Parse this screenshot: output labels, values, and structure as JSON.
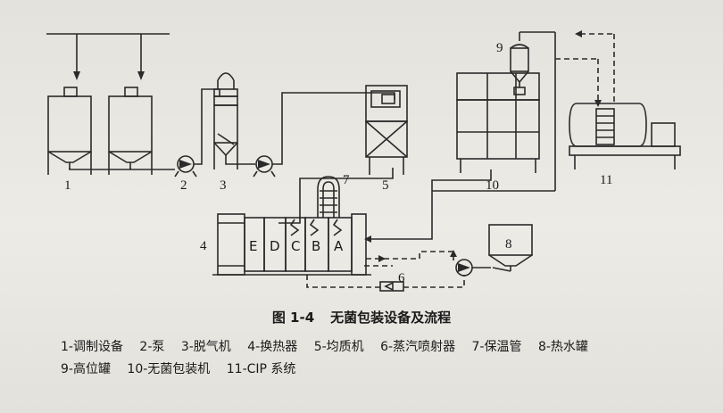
{
  "figure": {
    "number": "图 1-4",
    "title": "无菌包装设备及流程"
  },
  "callouts": [
    "1",
    "2",
    "3",
    "4",
    "5",
    "6",
    "7",
    "8",
    "9",
    "10",
    "11"
  ],
  "exchanger_sections": [
    "E",
    "D",
    "C",
    "B",
    "A"
  ],
  "legend": [
    "1-调制设备",
    "2-泵",
    "3-脱气机",
    "4-换热器",
    "5-均质机",
    "6-蒸汽喷射器",
    "7-保温管",
    "8-热水罐",
    "9-高位罐",
    "10-无菌包装机",
    "11-CIP 系统"
  ]
}
